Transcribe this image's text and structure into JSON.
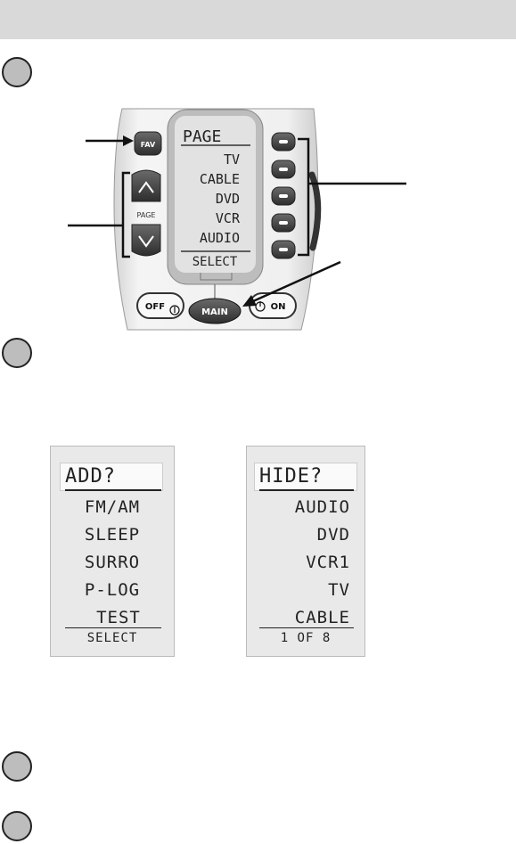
{
  "remote": {
    "fav_label": "FAV",
    "page_label": "PAGE",
    "screen_title": "PAGE",
    "devices": [
      "TV",
      "CABLE",
      "DVD",
      "VCR",
      "AUDIO"
    ],
    "select_label": "SELECT",
    "off_label": "OFF",
    "main_label": "MAIN",
    "on_label": "ON"
  },
  "add_screen": {
    "title": "ADD?",
    "items": [
      "FM/AM",
      "SLEEP",
      "SURRO",
      "P-LOG",
      "TEST"
    ],
    "footer": "SELECT"
  },
  "hide_screen": {
    "title": "HIDE?",
    "items": [
      "AUDIO",
      "DVD",
      "VCR1",
      "TV",
      "CABLE"
    ],
    "footer": "1 OF 8"
  }
}
